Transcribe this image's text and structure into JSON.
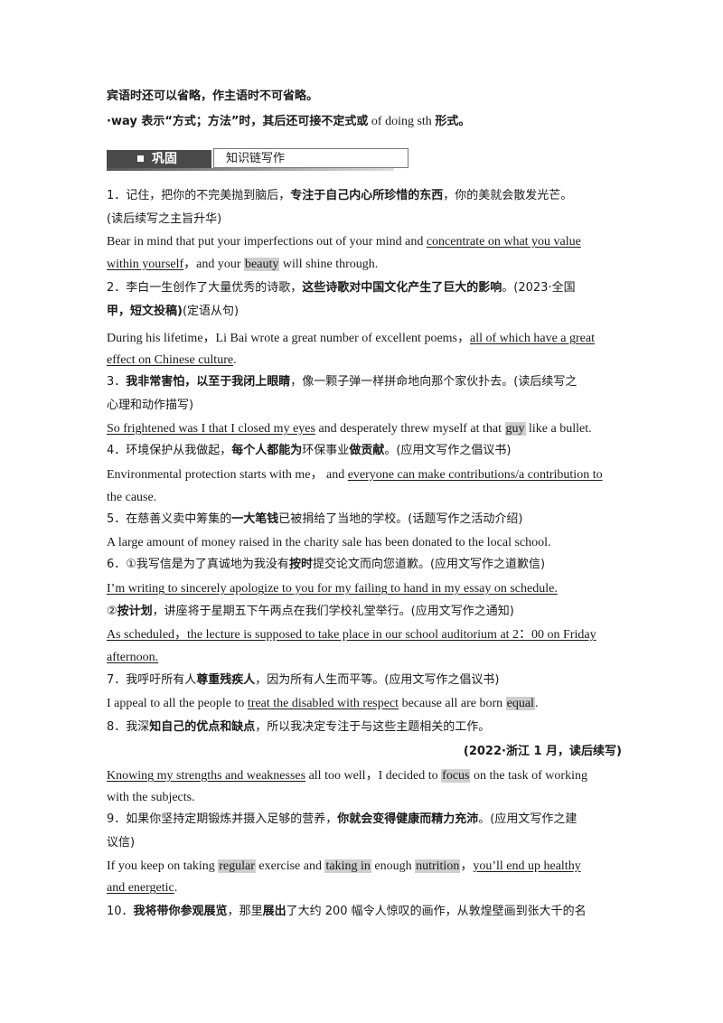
{
  "intro": {
    "l1": "宾语时还可以省略，作主语时不可省略。",
    "l2a": "·way 表示“方式；方法”时，其后还可接不定式或",
    "l2b": " of doing sth ",
    "l2c": "形式。"
  },
  "banner": {
    "title": "巩固",
    "tab": "知识链写作"
  },
  "items": {
    "i1": {
      "zh_a": "1．记住，把你的不完美抛到脑后，",
      "zh_b": "专注于自己内心所珍惜的东西",
      "zh_c": "，你的美就会散发光芒。",
      "zh2": "(读后续写之主旨升华)",
      "en_a": "Bear in mind that put your imperfections out of your mind and ",
      "en_u1": "concentrate on what you value ",
      "en_u2": "within yourself",
      "en_b": "，and your ",
      "en_hl": "beauty",
      "en_c": " will shine through."
    },
    "i2": {
      "zh_a": "2．李白一生创作了大量优秀的诗歌，",
      "zh_b": "这些诗歌对中国文化产生了巨大的影响",
      "zh_c": "。(2023·全国",
      "zh2": "甲，短文投稿)",
      "zh2b": "(定语从句)",
      "en_a": "During his lifetime，Li Bai wrote a great number of excellent poems，",
      "en_u1": "all of which have a great ",
      "en_u2": "effect on Chinese culture",
      "en_b": "."
    },
    "i3": {
      "zh_a": "3．",
      "zh_b": "我非常害怕，以至于我闭上眼睛",
      "zh_c": "，像一颗子弹一样拼命地向那个家伙扑去。(读后续写之",
      "zh2": "心理和动作描写)",
      "en_u": "So frightened was I that I closed my eyes",
      "en_a": " and desperately threw myself at that ",
      "en_hl": "guy",
      "en_b": " like a bullet."
    },
    "i4": {
      "zh_a": "4．环境保护从我做起，",
      "zh_b": "每个人都能为",
      "zh_c": "环保事业",
      "zh_d": "做贡献",
      "zh_e": "。(应用文写作之倡议书)",
      "en_a": "Environmental protection starts with me， and ",
      "en_u": "everyone can make contributions/a contribution to ",
      "en2": "the cause."
    },
    "i5": {
      "zh_a": "5．在慈善义卖中筹集的",
      "zh_b": "一大笔钱",
      "zh_c": "已被捐给了当地的学校。(话题写作之活动介绍)",
      "en": "A large amount of money raised in the charity sale has been donated to the local school."
    },
    "i6": {
      "zh_a": "6．①我写信是为了真诚地为我没有",
      "zh_b": "按时",
      "zh_c": "提交论文而向您道歉。(应用文写作之道歉信)",
      "en1": "I’m writing to sincerely apologize to you for my failing to hand in my essay on schedule.",
      "zh2_a": "②",
      "zh2_b": "按计划",
      "zh2_c": "，讲座将于星期五下午两点在我们学校礼堂举行。(应用文写作之通知)",
      "en2": "As scheduled，the lecture is supposed to take place in our school auditorium at 2：00 on Friday ",
      "en3": "afternoon."
    },
    "i7": {
      "zh_a": "7．我呼吁所有人",
      "zh_b": "尊重残疾人",
      "zh_c": "，因为所有人生而平等。(应用文写作之倡议书)",
      "en_a": "I appeal to all the people to ",
      "en_u": "treat the disabled with respect",
      "en_b": " because all are born ",
      "en_hl": "equal",
      "en_c": "."
    },
    "i8": {
      "zh_a": "8．我深",
      "zh_b": "知自己的优点和缺点",
      "zh_c": "，所以我决定专注于与这些主题相关的工作。",
      "src": "(2022·浙江 1 月，读后续写)",
      "en_u": "Knowing my strengths and weaknesses",
      "en_a": " all too well，I decided to ",
      "en_hl": "focus",
      "en_b": " on the task of working",
      "en2": "with the subjects."
    },
    "i9": {
      "zh_a": "9．如果你坚持定期锻炼并摄入足够的营养，",
      "zh_b": "你就会变得健康而精力充沛",
      "zh_c": "。(应用文写作之建",
      "zh2": "议信)",
      "en_a": "If you keep on taking ",
      "en_hl1": "regular",
      "en_b": " exercise and ",
      "en_hl2": "taking in",
      "en_c": " enough ",
      "en_hl3": "nutrition",
      "en_d": "，",
      "en_u1": "you’ll end up healthy ",
      "en_u2": "and energetic",
      "en_e": "."
    },
    "i10": {
      "zh_a": "10．",
      "zh_b": "我将带你参观展览",
      "zh_c": "，那里",
      "zh_d": "展出",
      "zh_e": "了大约 200 幅令人惊叹的画作，从敦煌壁画到张大千的名"
    }
  }
}
